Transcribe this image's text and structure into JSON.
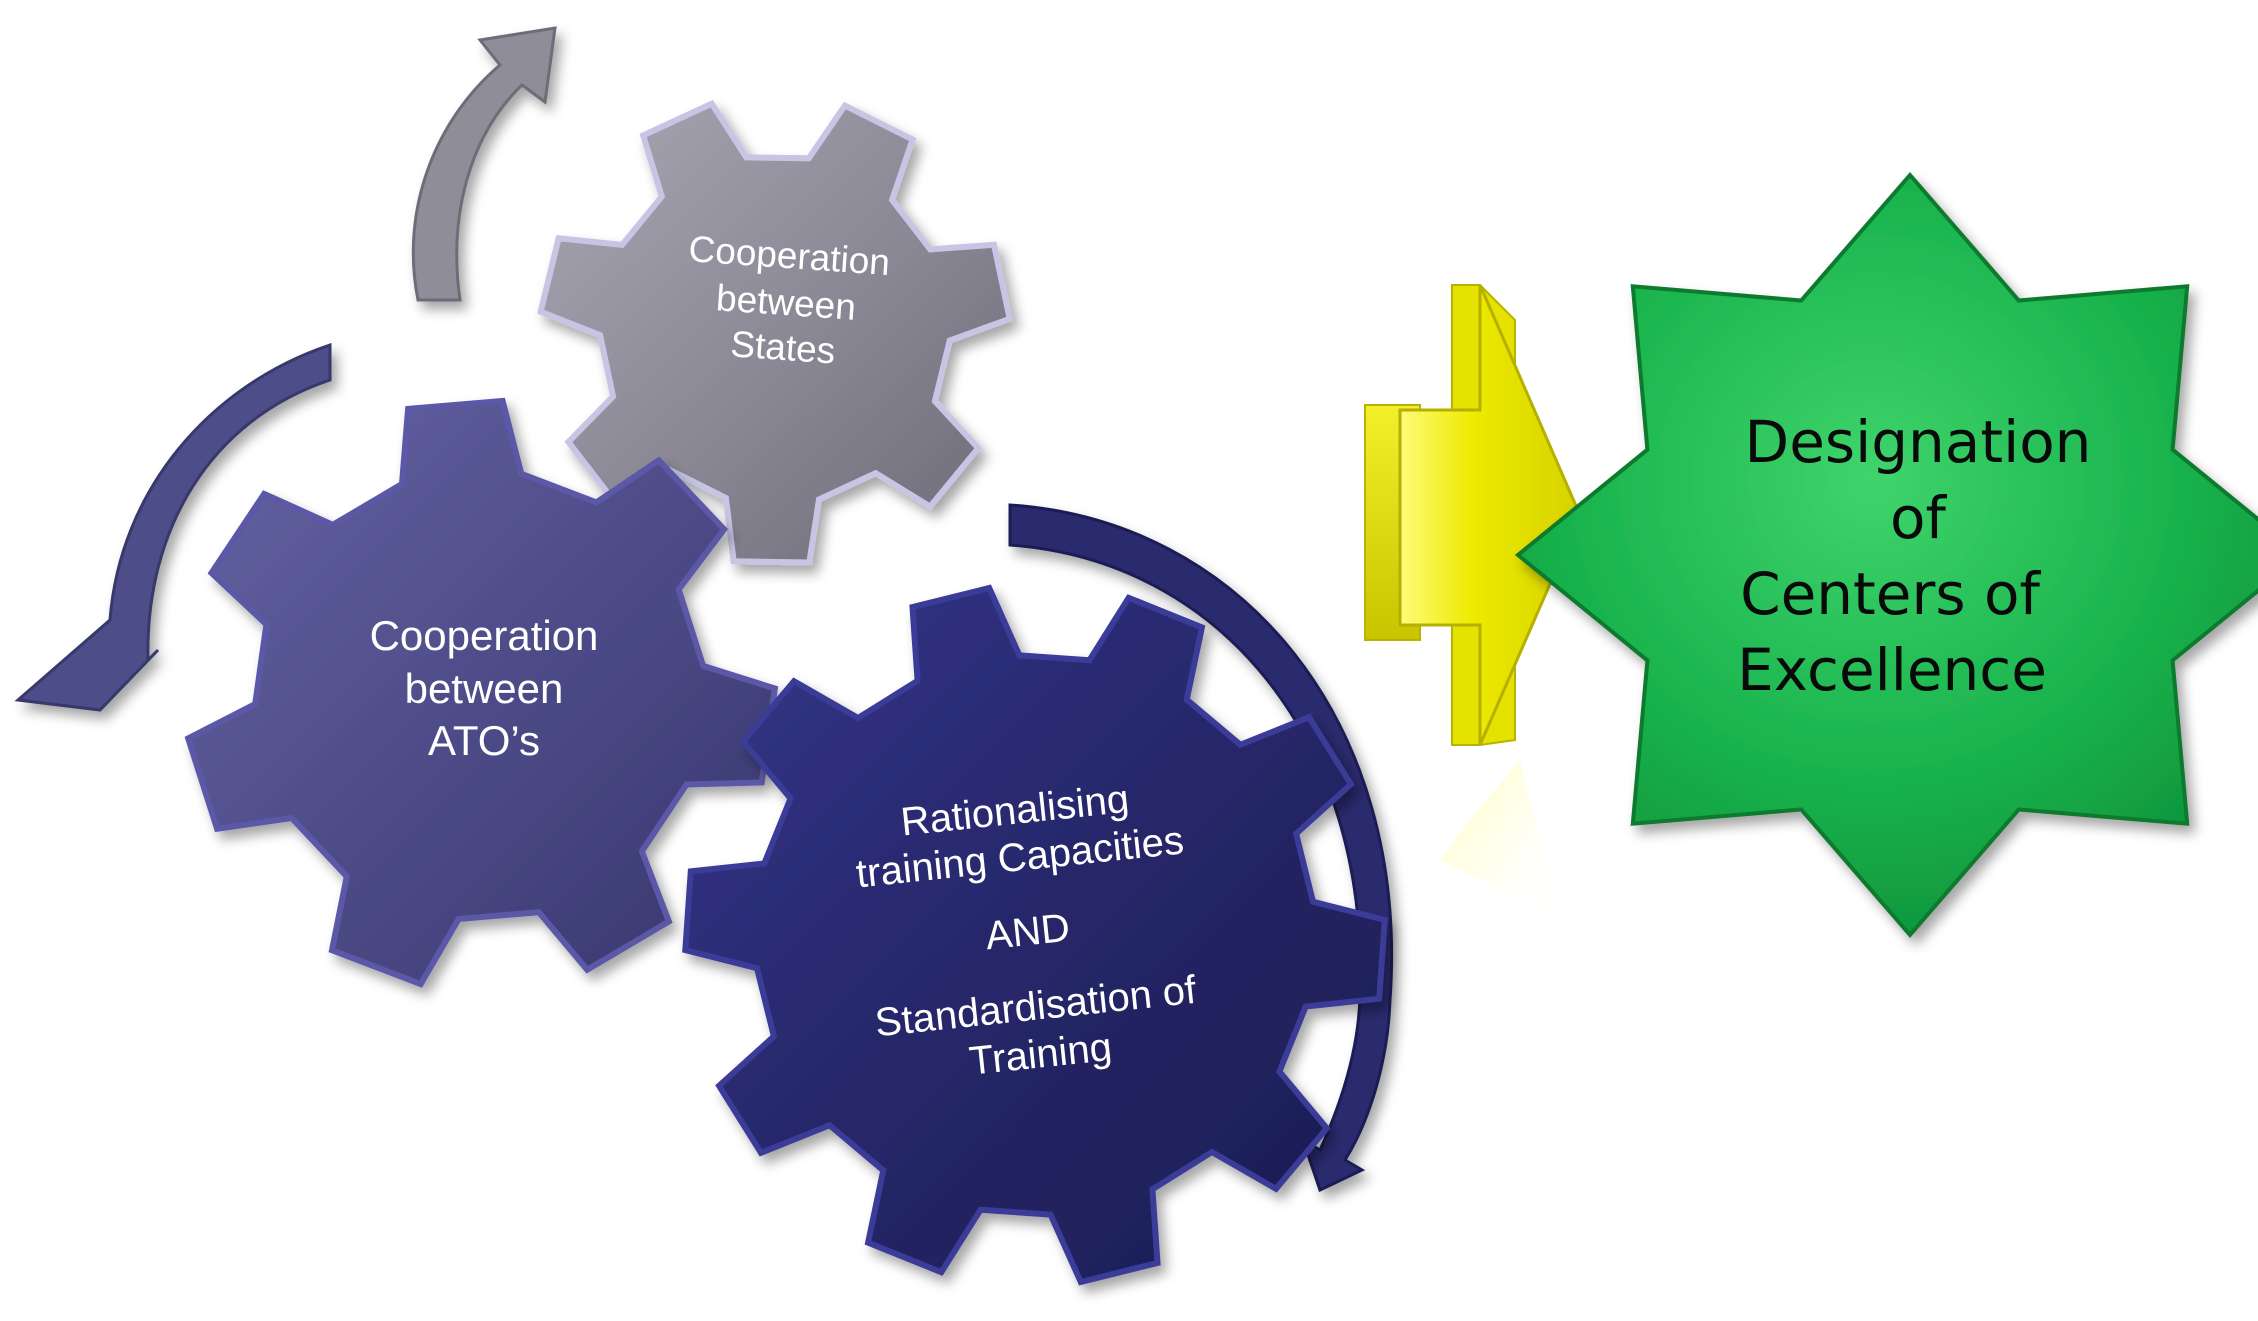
{
  "gears": {
    "states": {
      "line1": "Cooperation",
      "line2": "between",
      "line3": "States"
    },
    "atos": {
      "line1": "Cooperation",
      "line2": "between",
      "line3": "ATO’s"
    },
    "training": {
      "line1": "Rationalising",
      "line2": "training Capacities",
      "line3": "AND",
      "line4": "Standardisation  of",
      "line5": "Training"
    }
  },
  "star": {
    "line1": "Designation",
    "line2": "of",
    "line3": "Centers of",
    "line4": "Excellence"
  },
  "colors": {
    "gray_gear": "#8a8794",
    "mid_gear": "#4b4a86",
    "dark_gear": "#262769",
    "star": "#16b04a",
    "arrow_yellow": "#e8e600",
    "cycle_arrow_gray": "#8f8d97",
    "cycle_arrow_mid": "#4e4d8a",
    "cycle_arrow_dark": "#2a2b6e"
  }
}
